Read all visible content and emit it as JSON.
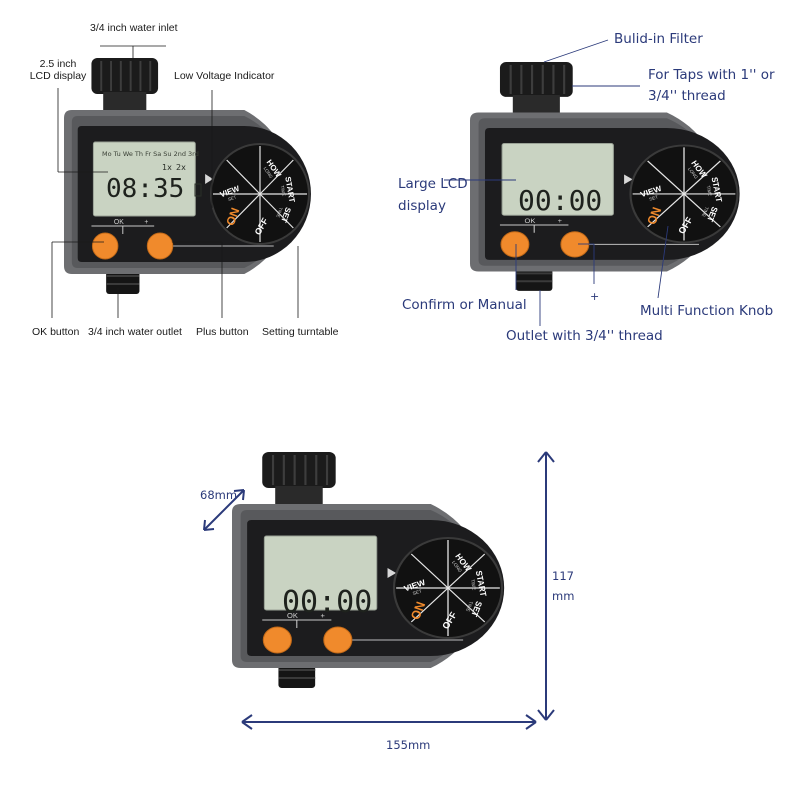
{
  "panel1": {
    "labels": {
      "inlet": "3/4 inch water inlet",
      "lcd_line1": "2.5 inch",
      "lcd_line2": "LCD display",
      "low_voltage": "Low Voltage Indicator",
      "ok_button": "OK button",
      "outlet": "3/4 inch water outlet",
      "plus_button": "Plus button",
      "turntable": "Setting turntable"
    },
    "screen": {
      "time": "08:35",
      "days": [
        "Mo",
        "Tu",
        "We",
        "Th",
        "Fr",
        "Sa",
        "Su",
        "2nd",
        "3rd"
      ],
      "freq1": "1x",
      "freq2": "2x"
    }
  },
  "panel2": {
    "labels": {
      "filter": "Bulid-in Filter",
      "taps_line1": "For Taps with 1'' or",
      "taps_line2": "3/4'' thread",
      "lcd_line1": "Large LCD",
      "lcd_line2": "display",
      "confirm": "Confirm or Manual",
      "plus": "+",
      "knob": "Multi Function Knob",
      "outlet": "Outlet with 3/4'' thread"
    },
    "screen": {
      "time": "00:00"
    }
  },
  "panel3": {
    "labels": {
      "depth": "68mm",
      "height_line1": "117",
      "height_line2": "mm",
      "width": "155mm"
    },
    "screen": {
      "time": "00:00"
    }
  },
  "device": {
    "ok_label": "OK",
    "plus_label": "+",
    "dial": {
      "on": "ON",
      "off": "OFF",
      "view": "VIEW",
      "view_sub": "SET",
      "how": "HOW",
      "how_sub": "LONG",
      "start": "START",
      "start_sub": "TIME",
      "set": "SET",
      "set_sub": "TIME"
    }
  },
  "colors": {
    "annotation_blue": "#2b3a7a",
    "button_orange": "#f08a2c",
    "lcd_green": "#c9d3c2",
    "body_gray": "#6d6e71",
    "face_black": "#1c1c1e"
  }
}
